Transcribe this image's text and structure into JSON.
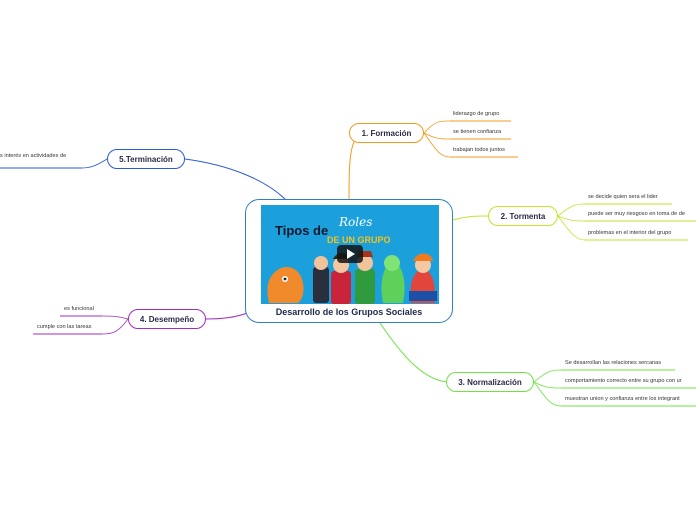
{
  "central": {
    "title": "Desarrollo de los Grupos Sociales",
    "video": {
      "line1": "Tipos de",
      "line2": "Roles",
      "line3": "DE UN GRUPO",
      "icon": "play-icon"
    }
  },
  "colors": {
    "central": "#2f7fc1",
    "formacion": "#f29b1b",
    "tormenta": "#c6e22a",
    "normalizacion": "#6ee442",
    "desempeno": "#a12cc4",
    "terminacion": "#2a5ad6"
  },
  "topics": {
    "formacion": {
      "label": "1. Formación",
      "items": [
        "liderazgo de grupo",
        "se tienen confianza",
        "trabajan todos juntos"
      ]
    },
    "tormenta": {
      "label": "2. Tormenta",
      "items": [
        "se decide quien sera el lider",
        "puede ser muy riesgoso en toma de de",
        "problemas en el interior del grupo"
      ]
    },
    "normalizacion": {
      "label": "3. Normalización",
      "items": [
        "Se desarrollan las relaciones sercanas",
        "comportamiento correcto entre su grupo con ur",
        "muestran union y  confianza entre los integrant"
      ]
    },
    "desempeno": {
      "label": "4. Desempeño",
      "items": [
        "es funcional",
        "cumple con las tareas"
      ]
    },
    "terminacion": {
      "label": "5.Terminación",
      "items": [
        "s interés en actividades de"
      ]
    }
  }
}
